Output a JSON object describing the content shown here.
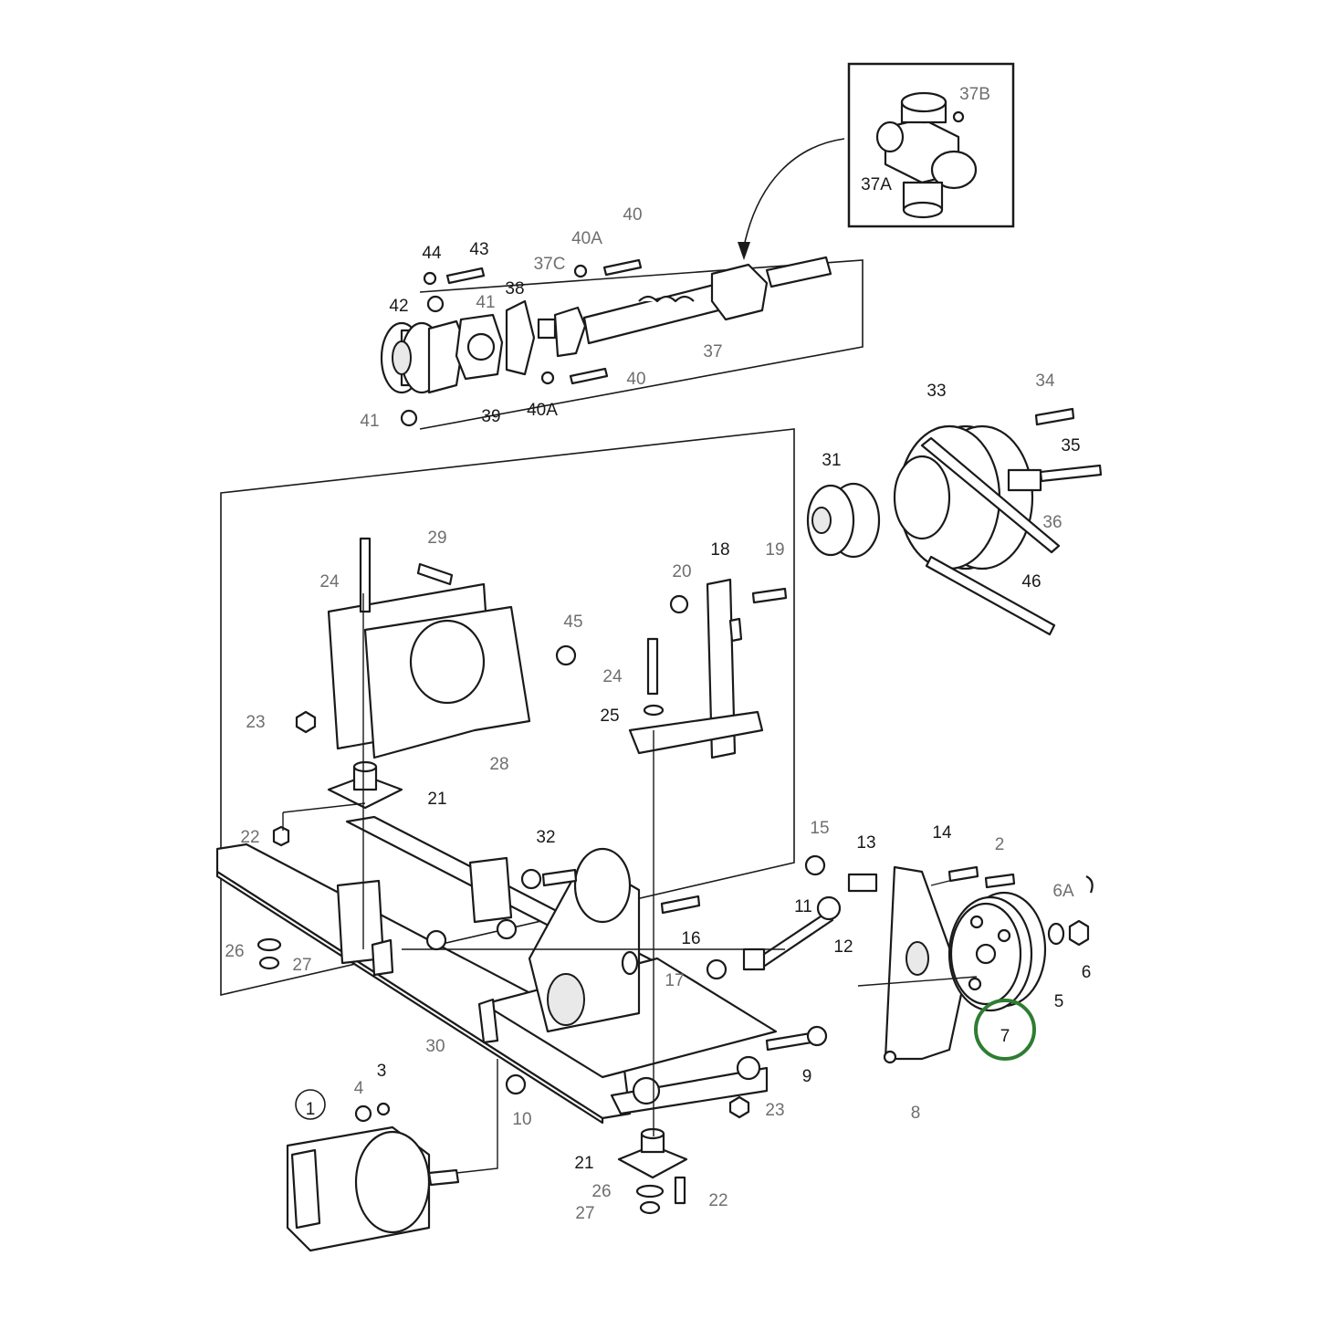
{
  "callouts": [
    {
      "id": "37B",
      "style": "grey"
    },
    {
      "id": "37A",
      "style": "dark"
    },
    {
      "id": "40",
      "style": "grey"
    },
    {
      "id": "40A",
      "style": "grey"
    },
    {
      "id": "44",
      "style": "dark"
    },
    {
      "id": "43",
      "style": "dark"
    },
    {
      "id": "37C",
      "style": "grey"
    },
    {
      "id": "38",
      "style": "dark"
    },
    {
      "id": "42",
      "style": "dark"
    },
    {
      "id": "41",
      "style": "grey"
    },
    {
      "id": "37",
      "style": "grey"
    },
    {
      "id": "39",
      "style": "dark"
    },
    {
      "id": "40",
      "style": "grey"
    },
    {
      "id": "40A",
      "style": "dark"
    },
    {
      "id": "41",
      "style": "grey"
    },
    {
      "id": "33",
      "style": "dark"
    },
    {
      "id": "34",
      "style": "grey"
    },
    {
      "id": "35",
      "style": "dark"
    },
    {
      "id": "36",
      "style": "grey"
    },
    {
      "id": "46",
      "style": "dark"
    },
    {
      "id": "31",
      "style": "dark"
    },
    {
      "id": "29",
      "style": "grey"
    },
    {
      "id": "24",
      "style": "grey"
    },
    {
      "id": "18",
      "style": "dark"
    },
    {
      "id": "19",
      "style": "grey"
    },
    {
      "id": "20",
      "style": "grey"
    },
    {
      "id": "45",
      "style": "grey"
    },
    {
      "id": "24",
      "style": "grey"
    },
    {
      "id": "25",
      "style": "dark"
    },
    {
      "id": "23",
      "style": "grey"
    },
    {
      "id": "28",
      "style": "grey"
    },
    {
      "id": "21",
      "style": "dark"
    },
    {
      "id": "22",
      "style": "grey"
    },
    {
      "id": "32",
      "style": "dark"
    },
    {
      "id": "15",
      "style": "grey"
    },
    {
      "id": "13",
      "style": "dark"
    },
    {
      "id": "14",
      "style": "dark"
    },
    {
      "id": "2",
      "style": "grey"
    },
    {
      "id": "6A",
      "style": "grey"
    },
    {
      "id": "11",
      "style": "dark"
    },
    {
      "id": "16",
      "style": "dark"
    },
    {
      "id": "12",
      "style": "dark"
    },
    {
      "id": "26",
      "style": "grey"
    },
    {
      "id": "27",
      "style": "grey"
    },
    {
      "id": "17",
      "style": "grey"
    },
    {
      "id": "6",
      "style": "dark"
    },
    {
      "id": "5",
      "style": "dark"
    },
    {
      "id": "7",
      "style": "dark"
    },
    {
      "id": "30",
      "style": "grey"
    },
    {
      "id": "9",
      "style": "dark"
    },
    {
      "id": "8",
      "style": "grey"
    },
    {
      "id": "3",
      "style": "dark"
    },
    {
      "id": "4",
      "style": "grey"
    },
    {
      "id": "1",
      "style": "dark"
    },
    {
      "id": "10",
      "style": "grey"
    },
    {
      "id": "23",
      "style": "grey"
    },
    {
      "id": "21",
      "style": "dark"
    },
    {
      "id": "26",
      "style": "grey"
    },
    {
      "id": "22",
      "style": "grey"
    },
    {
      "id": "27",
      "style": "grey"
    }
  ],
  "highlight": {
    "id": "7",
    "color": "#2e7d32"
  },
  "circled": [
    "1"
  ]
}
